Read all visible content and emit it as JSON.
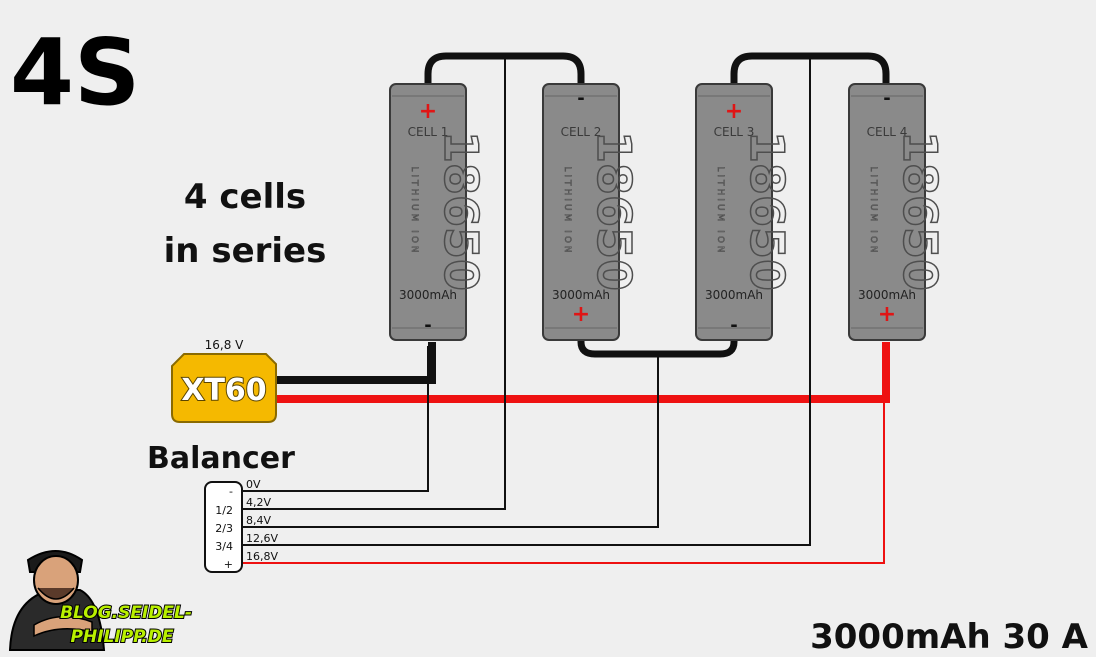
{
  "title": "4S",
  "subtitle_line1": "4 cells",
  "subtitle_line2": "in series",
  "connector": {
    "label": "XT60",
    "voltage": "16,8 V"
  },
  "balancer": {
    "label": "Balancer",
    "pins": [
      {
        "pin": "-",
        "voltage": "0V"
      },
      {
        "pin": "1/2",
        "voltage": "4,2V"
      },
      {
        "pin": "2/3",
        "voltage": "8,4V"
      },
      {
        "pin": "3/4",
        "voltage": "12,6V"
      },
      {
        "pin": "+",
        "voltage": "16,8V"
      }
    ]
  },
  "cells": [
    {
      "label": "CELL 1",
      "brand": "18650",
      "type": "LITHIUM ION",
      "capacity": "3000mAh",
      "top": "+",
      "bottom": "-"
    },
    {
      "label": "CELL 2",
      "brand": "18650",
      "type": "LITHIUM ION",
      "capacity": "3000mAh",
      "top": "-",
      "bottom": "+"
    },
    {
      "label": "CELL 3",
      "brand": "18650",
      "type": "LITHIUM ION",
      "capacity": "3000mAh",
      "top": "+",
      "bottom": "-"
    },
    {
      "label": "CELL 4",
      "brand": "18650",
      "type": "LITHIUM ION",
      "capacity": "3000mAh",
      "top": "-",
      "bottom": "+"
    }
  ],
  "spec": "3000mAh 30 A",
  "logo_text": "BLOG.SEIDEL-PHILIPP.DE",
  "colors": {
    "wire_black": "#111111",
    "wire_red": "#ee1111",
    "xt60": "#f5b900",
    "cell": "#8a8a8a"
  }
}
